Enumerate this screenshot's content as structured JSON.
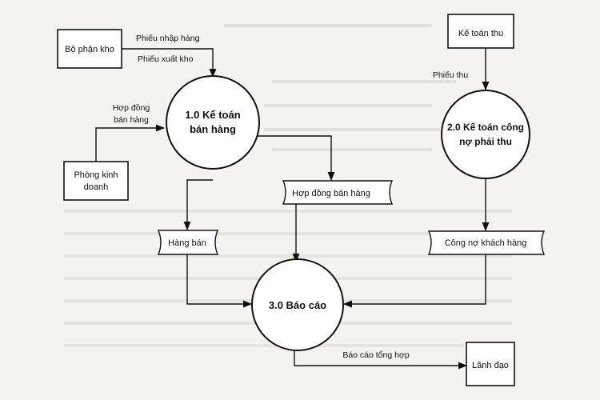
{
  "colors": {
    "background": "#f4f3ef",
    "ink": "#111111",
    "faded_text": "#b9b7b1"
  },
  "entities": {
    "warehouse": "Bộ phận kho",
    "receivables_accountant": "Kế toán thu",
    "sales_office": "Phòng kinh\ndoanh",
    "leadership": "Lãnh đạo"
  },
  "processes": {
    "p1": "1.0 Kế toán\nbán hàng",
    "p2": "2.0 Kế toán công\nnợ phải thu",
    "p3": "3.0 Báo cáo"
  },
  "stores": {
    "sales_contracts": "Hợp đồng bán hàng",
    "goods_sold": "Hàng bán",
    "customer_debts": "Công nợ khách hàng"
  },
  "flows": {
    "receipt_note": "Phiếu nhập hàng",
    "issue_note": "Phiếu xuất kho",
    "contract_in": "Hợp đồng\nbán hàng",
    "payment_receipt": "Phiếu thu",
    "summary_report": "Báo cáo tổng hợp"
  }
}
